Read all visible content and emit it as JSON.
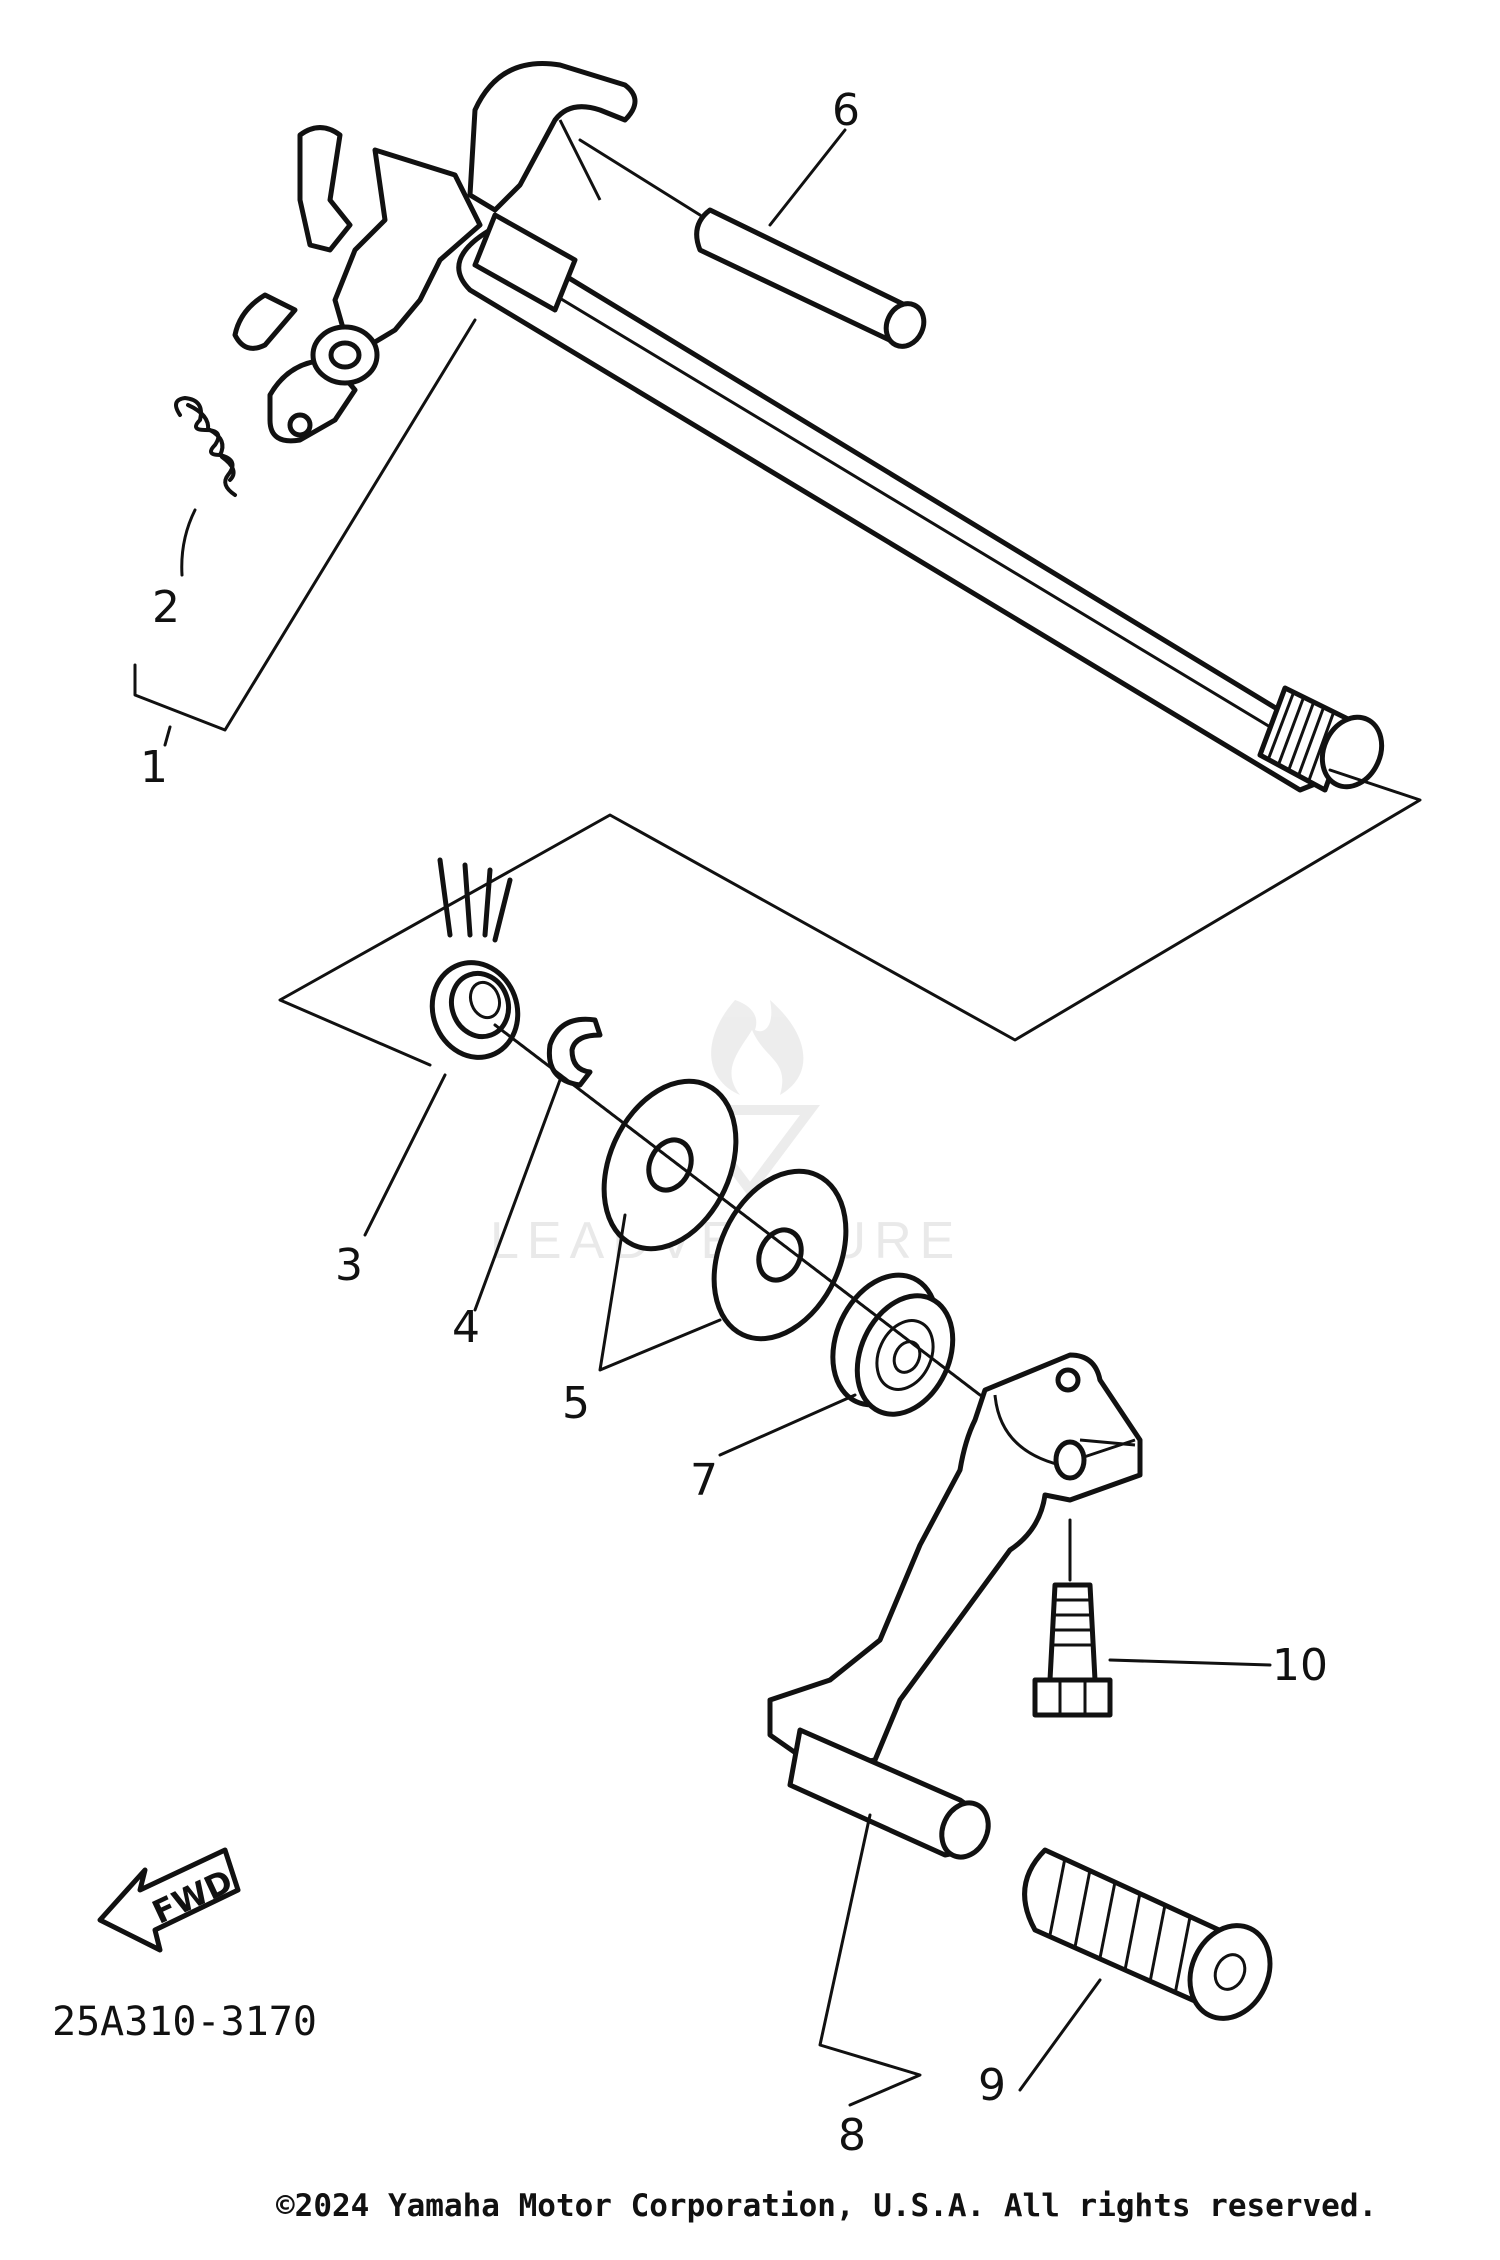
{
  "diagram": {
    "callouts": [
      "1",
      "2",
      "3",
      "4",
      "5",
      "6",
      "7",
      "8",
      "9",
      "10"
    ],
    "direction_arrow_text": "FWD",
    "part_code": "25A310-3170",
    "copyright": "©2024 Yamaha Motor Corporation, U.S.A. All rights reserved.",
    "watermark": "LEADVENTURE"
  }
}
